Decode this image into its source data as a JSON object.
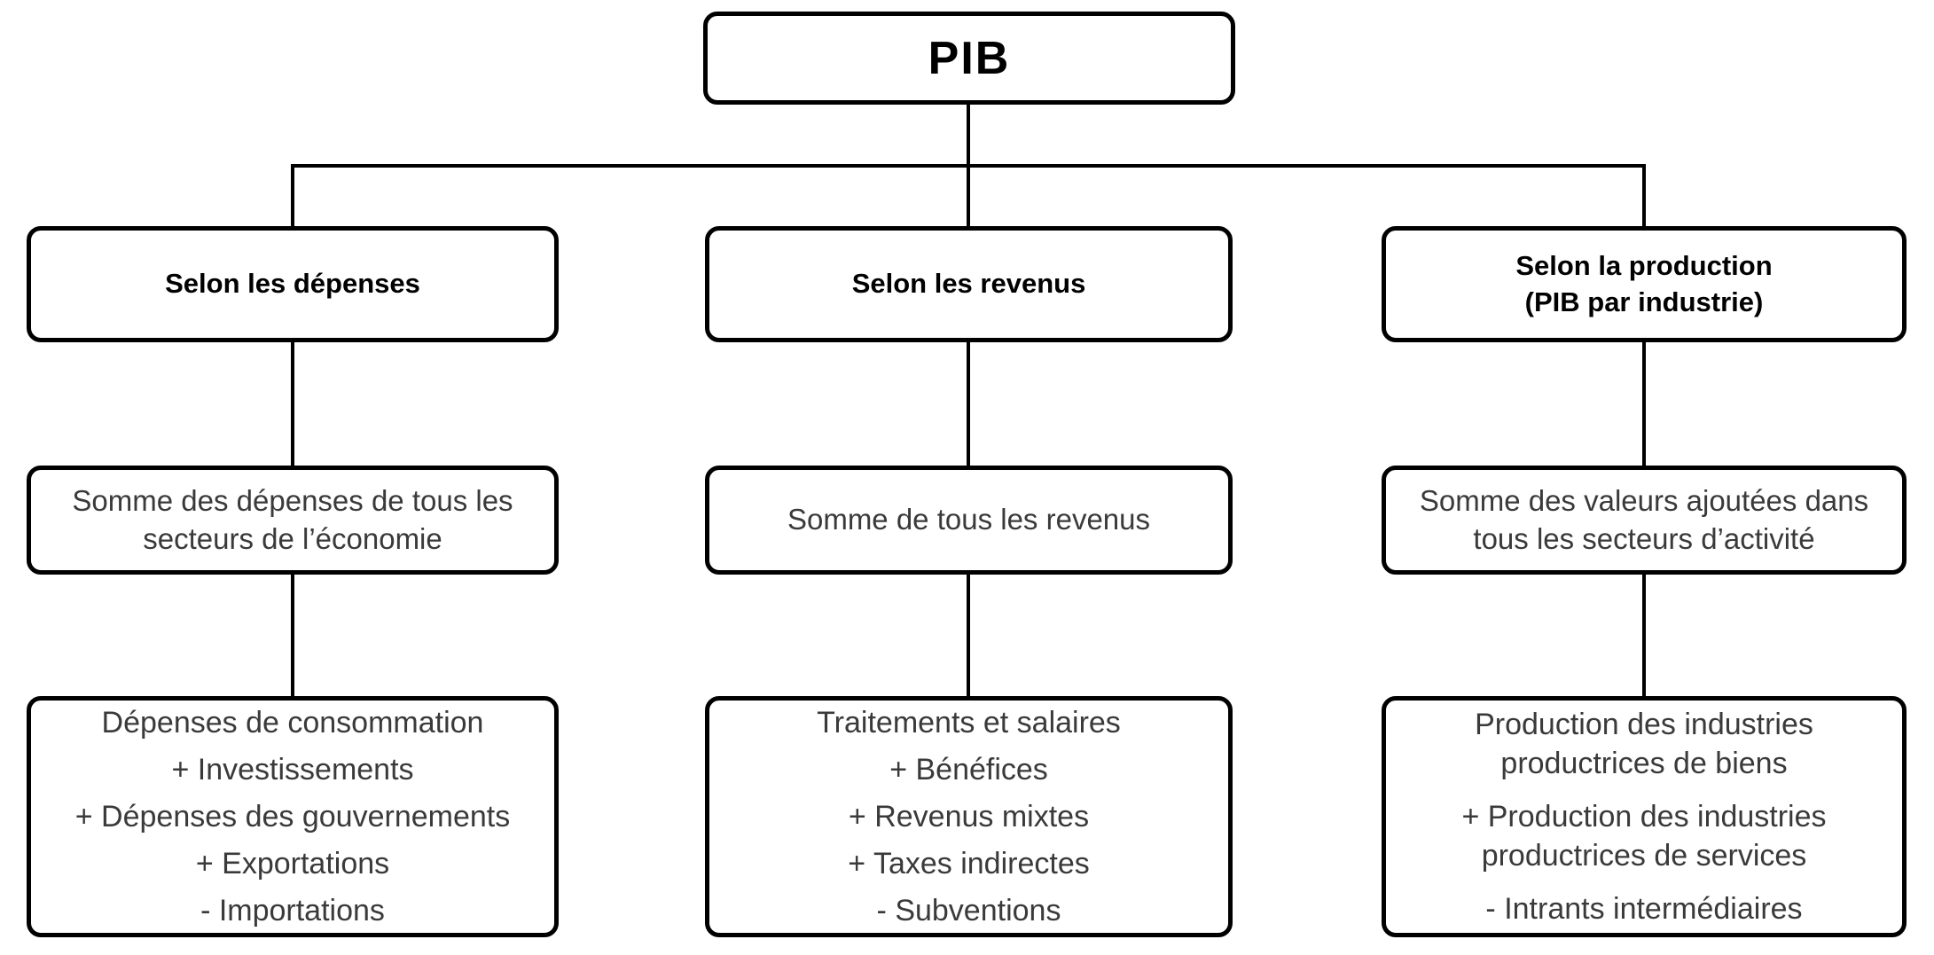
{
  "diagram": {
    "title": "PIB",
    "colors": {
      "line": "#000000",
      "header_text": "#000000",
      "body_text": "#3a3a3a",
      "box_fill": "#ffffff",
      "background": "#ffffff"
    },
    "columns": [
      {
        "header": "Selon les dépenses",
        "summary": "Somme des dépenses de tous les\nsecteurs de l’économie",
        "items": [
          "Dépenses de consommation",
          "+ Investissements",
          "+ Dépenses des gouvernements",
          "+ Exportations",
          "- Importations"
        ]
      },
      {
        "header": "Selon les revenus",
        "summary": "Somme de tous les revenus",
        "items": [
          "Traitements et salaires",
          "+ Bénéfices",
          "+ Revenus mixtes",
          "+ Taxes indirectes",
          "- Subventions"
        ]
      },
      {
        "header": "Selon la production\n(PIB par industrie)",
        "summary": "Somme des valeurs ajoutées dans\ntous les secteurs d’activité",
        "items": [
          "Production des industries\nproductrices de biens",
          "+ Production des industries\nproductrices de services",
          "- Intrants intermédiaires"
        ]
      }
    ]
  }
}
